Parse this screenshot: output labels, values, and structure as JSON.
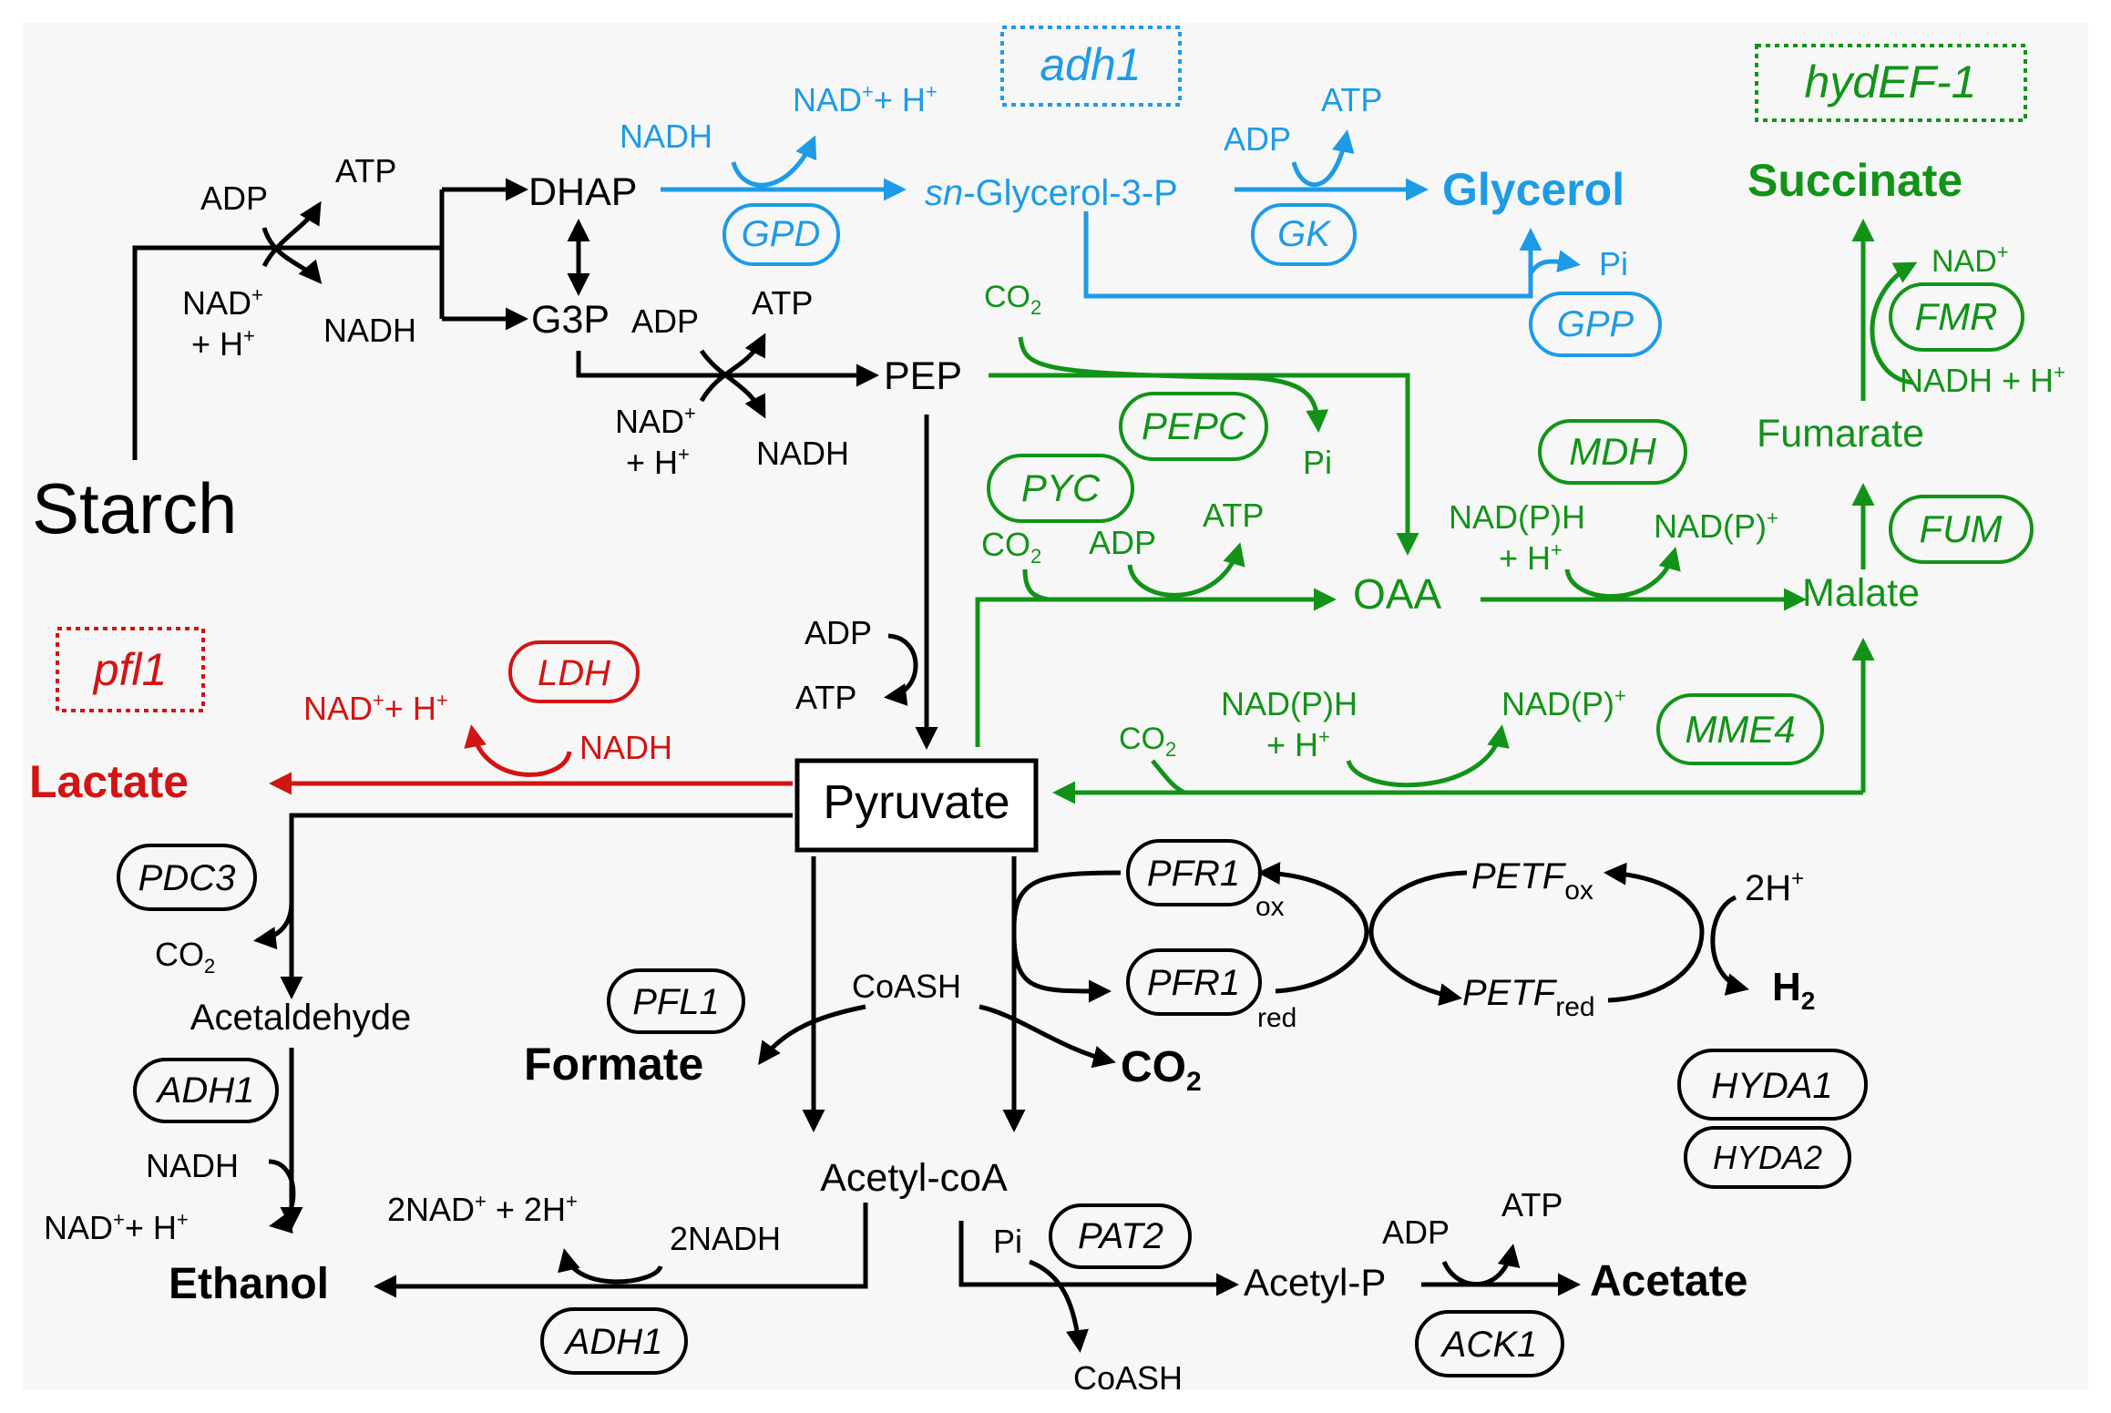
{
  "colors": {
    "black": "#000000",
    "blue": "#1e9be6",
    "green": "#129318",
    "red": "#d21414",
    "background": "#f7f7f7"
  },
  "mutants": {
    "adh1": "adh1",
    "hydEF1": "hydEF-1",
    "pfl1": "pfl1"
  },
  "metabolites": {
    "starch": "Starch",
    "dhap": "DHAP",
    "g3p": "G3P",
    "pep": "PEP",
    "glycerol3p_prefix": "sn",
    "glycerol3p_rest": "-Glycerol-3-P",
    "glycerol": "Glycerol",
    "succinate": "Succinate",
    "fumarate": "Fumarate",
    "malate": "Malate",
    "oaa": "OAA",
    "pyruvate": "Pyruvate",
    "lactate": "Lactate",
    "acetaldehyde": "Acetaldehyde",
    "ethanol": "Ethanol",
    "formate": "Formate",
    "co2_main": "CO",
    "acetylcoa": "Acetyl-coA",
    "acetylp": "Acetyl-P",
    "acetate": "Acetate",
    "h2": "H",
    "pfr1_ox": "PFR1",
    "pfr1_red": "PFR1",
    "petf_ox": "PETF",
    "petf_red": "PETF",
    "ox": "ox",
    "red": "red",
    "two_h": "2H"
  },
  "enzymes": {
    "gpd": "GPD",
    "gk": "GK",
    "gpp": "GPP",
    "pepc": "PEPC",
    "pyc": "PYC",
    "mdh": "MDH",
    "fum": "FUM",
    "fmr": "FMR",
    "mme4": "MME4",
    "ldh": "LDH",
    "pdc3": "PDC3",
    "adh1_upper": "ADH1",
    "adh1_lower": "ADH1",
    "pfl1_enz": "PFL1",
    "pat2": "PAT2",
    "ack1": "ACK1",
    "hyda1": "HYDA1",
    "hyda2": "HYDA2"
  },
  "cofactors": {
    "adp": "ADP",
    "atp": "ATP",
    "nad": "NAD",
    "nadh": "NADH",
    "plus_h": "+ H",
    "nad_plus_h": "NAD",
    "co2": "CO",
    "pi": "Pi",
    "nadph": "NAD(P)H",
    "nadp": "NAD(P)",
    "coash": "CoASH",
    "two_nad": "2NAD",
    "plus_2h": " + 2H",
    "two_nadh": "2NADH",
    "nadh_plus_h": "NADH + H",
    "sub2": "2",
    "sup_plus": "+"
  }
}
